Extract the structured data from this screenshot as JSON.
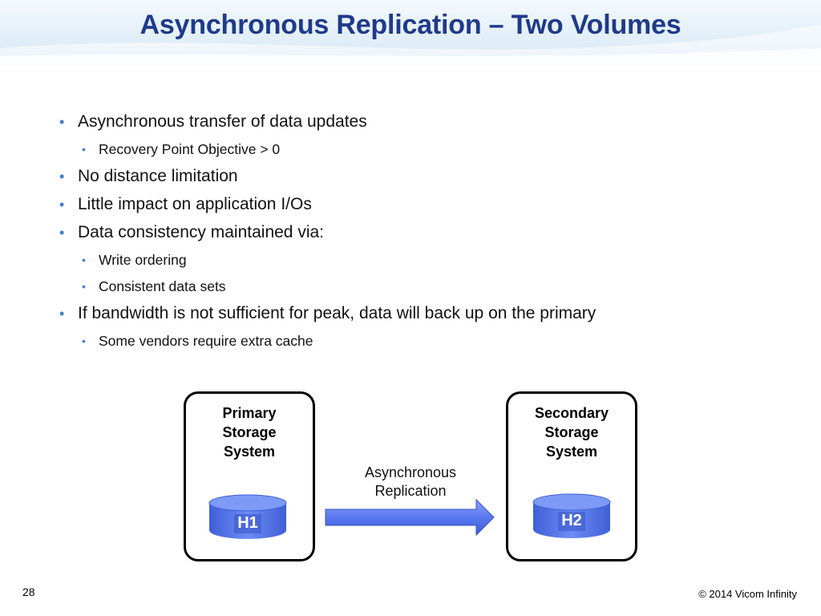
{
  "slide": {
    "title": "Asynchronous Replication – Two Volumes",
    "page_number": "28",
    "footer": "© 2014 Vicom Infinity"
  },
  "bullets": [
    {
      "level": 1,
      "text": "Asynchronous transfer of data updates"
    },
    {
      "level": 2,
      "text": "Recovery Point Objective > 0"
    },
    {
      "level": 1,
      "text": "No distance limitation"
    },
    {
      "level": 1,
      "text": "Little impact on application I/Os"
    },
    {
      "level": 1,
      "text": "Data consistency maintained via:"
    },
    {
      "level": 2,
      "text": "Write ordering"
    },
    {
      "level": 2,
      "text": "Consistent data sets"
    },
    {
      "level": 1,
      "text": "If bandwidth is not sufficient for peak, data will back up on the primary"
    },
    {
      "level": 2,
      "text": "Some vendors require extra cache"
    }
  ],
  "diagram": {
    "primary_label": "Primary\nStorage\nSystem",
    "secondary_label": "Secondary\nStorage\nSystem",
    "primary_volume": "H1",
    "secondary_volume": "H2",
    "arrow_label": "Asynchronous\nReplication",
    "colors": {
      "volume": "#4f6fe6",
      "arrow": "#5a78f0",
      "title": "#1f3a8a",
      "bullet": "#3b7fd0"
    }
  }
}
